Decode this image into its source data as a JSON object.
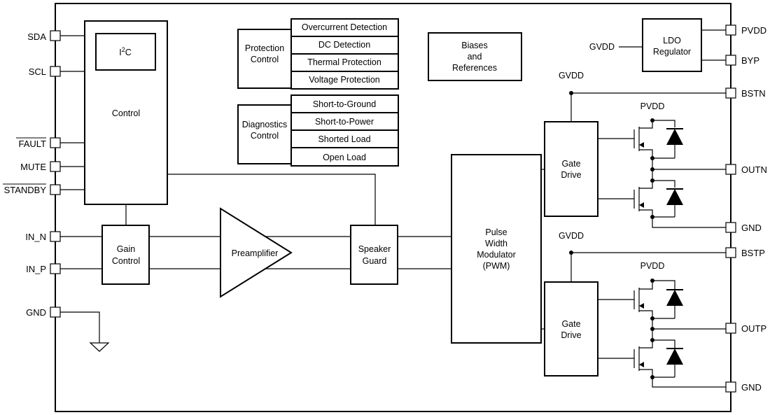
{
  "pins": {
    "sda": "SDA",
    "scl": "SCL",
    "fault": "FAULT",
    "mute": "MUTE",
    "standby": "STANDBY",
    "in_n": "IN_N",
    "in_p": "IN_P",
    "gnd_left": "GND",
    "pvdd": "PVDD",
    "byp": "BYP",
    "bstn": "BSTN",
    "outn": "OUTN",
    "gnd_right_top": "GND",
    "bstp": "BSTP",
    "outp": "OUTP",
    "gnd_right_bottom": "GND"
  },
  "blocks": {
    "i2c_main": "I",
    "i2c_sup": "2",
    "i2c_tail": "C",
    "control": "Control",
    "protection": [
      "Protection",
      "Control"
    ],
    "protection_items": [
      "Overcurrent Detection",
      "DC Detection",
      "Thermal Protection",
      "Voltage Protection"
    ],
    "diagnostics": [
      "Diagnostics",
      "Control"
    ],
    "diagnostics_items": [
      "Short-to-Ground",
      "Short-to-Power",
      "Shorted Load",
      "Open Load"
    ],
    "biases": [
      "Biases",
      "and",
      "References"
    ],
    "ldo": [
      "LDO",
      "Regulator"
    ],
    "gain": [
      "Gain",
      "Control"
    ],
    "preamp": "Preamplifier",
    "speaker_guard": [
      "Speaker",
      "Guard"
    ],
    "pwm": [
      "Pulse",
      "Width",
      "Modulator",
      "(PWM)"
    ],
    "gate_drive_top": [
      "Gate",
      "Drive"
    ],
    "gate_drive_bottom": [
      "Gate",
      "Drive"
    ]
  },
  "nets": {
    "gvdd_ldo": "GVDD",
    "gvdd_top": "GVDD",
    "gvdd_bottom": "GVDD",
    "pvdd_top": "PVDD",
    "pvdd_bottom": "PVDD"
  }
}
